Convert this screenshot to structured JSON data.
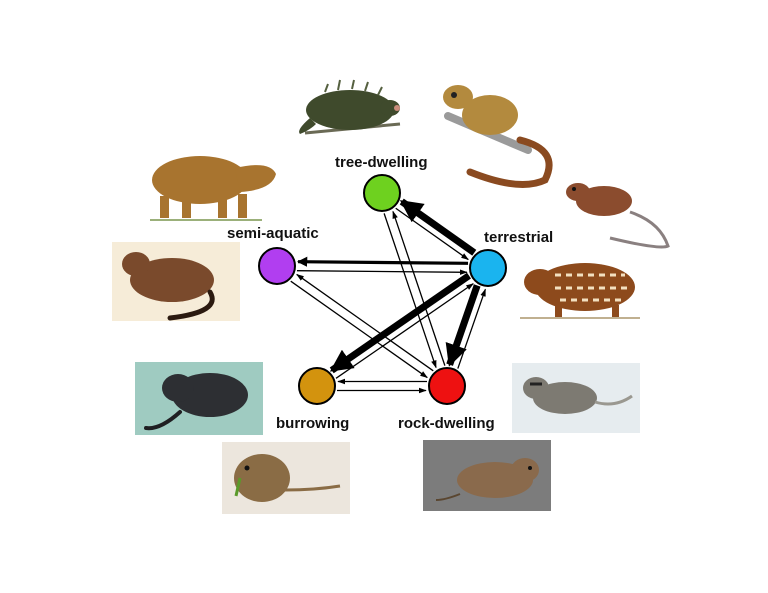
{
  "nodes": [
    {
      "id": "tree-dwelling",
      "label": "tree-dwelling",
      "color": "#6ed11f"
    },
    {
      "id": "terrestrial",
      "label": "terrestrial",
      "color": "#1ab4ef"
    },
    {
      "id": "semi-aquatic",
      "label": "semi-aquatic",
      "color": "#b13ef0"
    },
    {
      "id": "burrowing",
      "label": "burrowing",
      "color": "#d3930e"
    },
    {
      "id": "rock-dwelling",
      "label": "rock-dwelling",
      "color": "#ee1111"
    }
  ],
  "edges": [
    {
      "from": "terrestrial",
      "to": "tree-dwelling",
      "weight": "heavy"
    },
    {
      "from": "tree-dwelling",
      "to": "terrestrial",
      "weight": "light"
    },
    {
      "from": "terrestrial",
      "to": "semi-aquatic",
      "weight": "medium"
    },
    {
      "from": "semi-aquatic",
      "to": "terrestrial",
      "weight": "light"
    },
    {
      "from": "terrestrial",
      "to": "burrowing",
      "weight": "heavy"
    },
    {
      "from": "burrowing",
      "to": "terrestrial",
      "weight": "light"
    },
    {
      "from": "terrestrial",
      "to": "rock-dwelling",
      "weight": "heavy"
    },
    {
      "from": "rock-dwelling",
      "to": "terrestrial",
      "weight": "light"
    },
    {
      "from": "tree-dwelling",
      "to": "rock-dwelling",
      "weight": "light"
    },
    {
      "from": "rock-dwelling",
      "to": "tree-dwelling",
      "weight": "light"
    },
    {
      "from": "semi-aquatic",
      "to": "rock-dwelling",
      "weight": "light"
    },
    {
      "from": "rock-dwelling",
      "to": "semi-aquatic",
      "weight": "light"
    },
    {
      "from": "burrowing",
      "to": "rock-dwelling",
      "weight": "light"
    },
    {
      "from": "rock-dwelling",
      "to": "burrowing",
      "weight": "light"
    }
  ],
  "illustrations": [
    {
      "name": "porcupine-illustration",
      "fur": "#3f4a2c",
      "bg": "#ffffff"
    },
    {
      "name": "squirrel-illustration",
      "fur": "#b38a3e",
      "bg": "#ffffff"
    },
    {
      "name": "capybara-illustration",
      "fur": "#a8742f",
      "bg": "#ffffff"
    },
    {
      "name": "rat-illustration",
      "fur": "#8b4c2e",
      "bg": "#ffffff"
    },
    {
      "name": "coypu-illustration",
      "fur": "#7a4a2c",
      "bg": "#f6ecd8"
    },
    {
      "name": "paca-illustration",
      "fur": "#8d4a1c",
      "bg": "#ffffff"
    },
    {
      "name": "tuco-tuco-illustration",
      "fur": "#2d2f33",
      "bg": "#9fcbc1"
    },
    {
      "name": "rock-rat-illustration",
      "fur": "#7d7a72",
      "bg": "#e6ecef"
    },
    {
      "name": "gopher-illustration",
      "fur": "#8a6c45",
      "bg": "#ece6dd"
    },
    {
      "name": "cavy-illustration",
      "fur": "#8a6a4c",
      "bg": "#7c7c7c"
    }
  ]
}
